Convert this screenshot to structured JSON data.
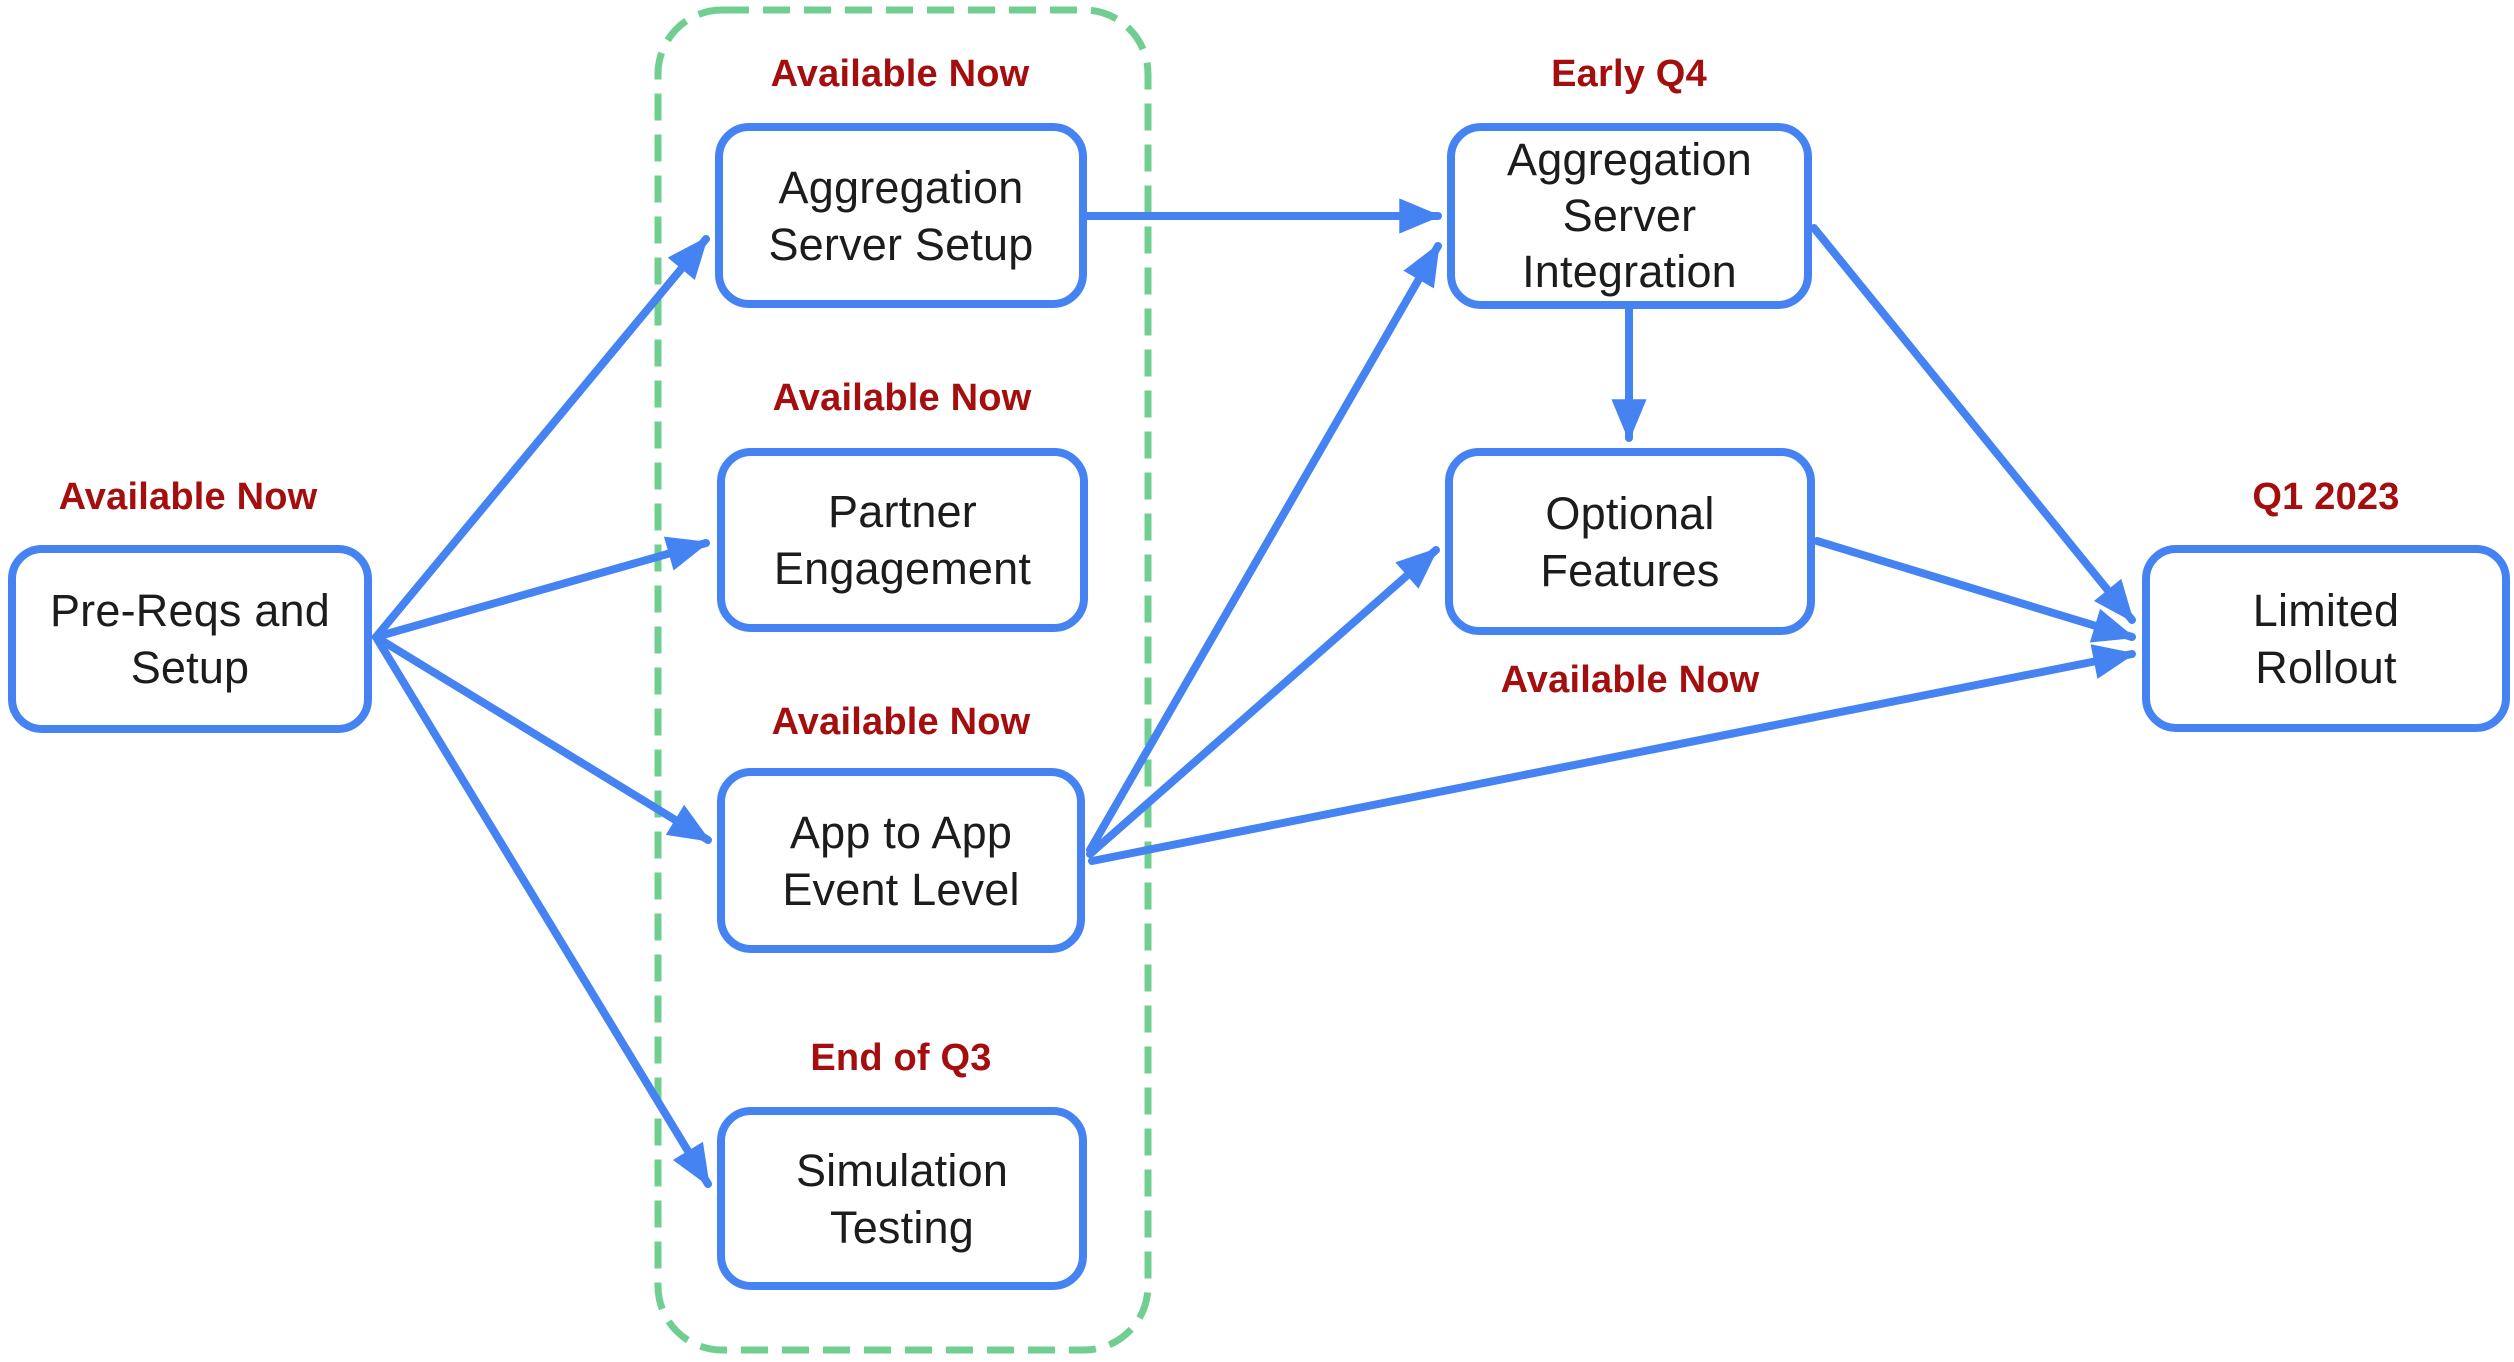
{
  "diagram": {
    "type": "flowchart-roadmap",
    "background_color": "#ffffff",
    "colors": {
      "node_border": "#4583F2",
      "edge": "#4583F2",
      "status_text": "#A50E0E",
      "node_text": "#1C1C1C",
      "group_outline": "#70CF90"
    },
    "nodes": {
      "prereqs": {
        "label": "Pre-Reqs and\nSetup",
        "status": "Available Now"
      },
      "aggregation_server_setup": {
        "label": "Aggregation\nServer Setup",
        "status": "Available Now"
      },
      "partner_engagement": {
        "label": "Partner\nEngagement",
        "status": "Available Now"
      },
      "app_to_app": {
        "label": "App to App\nEvent Level",
        "status": "Available Now"
      },
      "simulation_testing": {
        "label": "Simulation\nTesting",
        "status": "End of Q3"
      },
      "aggregation_server_integration": {
        "label": "Aggregation\nServer\nIntegration",
        "status": "Early Q4"
      },
      "optional_features": {
        "label": "Optional\nFeatures",
        "status": "Available Now"
      },
      "limited_rollout": {
        "label": "Limited\nRollout",
        "status": "Q1 2023"
      }
    },
    "group": {
      "members": [
        "aggregation_server_setup",
        "partner_engagement",
        "app_to_app",
        "simulation_testing"
      ]
    },
    "edges": [
      {
        "from": "prereqs",
        "to": "aggregation_server_setup"
      },
      {
        "from": "prereqs",
        "to": "partner_engagement"
      },
      {
        "from": "prereqs",
        "to": "app_to_app"
      },
      {
        "from": "prereqs",
        "to": "simulation_testing"
      },
      {
        "from": "aggregation_server_setup",
        "to": "aggregation_server_integration"
      },
      {
        "from": "app_to_app",
        "to": "aggregation_server_integration"
      },
      {
        "from": "app_to_app",
        "to": "optional_features"
      },
      {
        "from": "app_to_app",
        "to": "limited_rollout"
      },
      {
        "from": "aggregation_server_integration",
        "to": "optional_features"
      },
      {
        "from": "aggregation_server_integration",
        "to": "limited_rollout"
      },
      {
        "from": "optional_features",
        "to": "limited_rollout"
      }
    ]
  }
}
